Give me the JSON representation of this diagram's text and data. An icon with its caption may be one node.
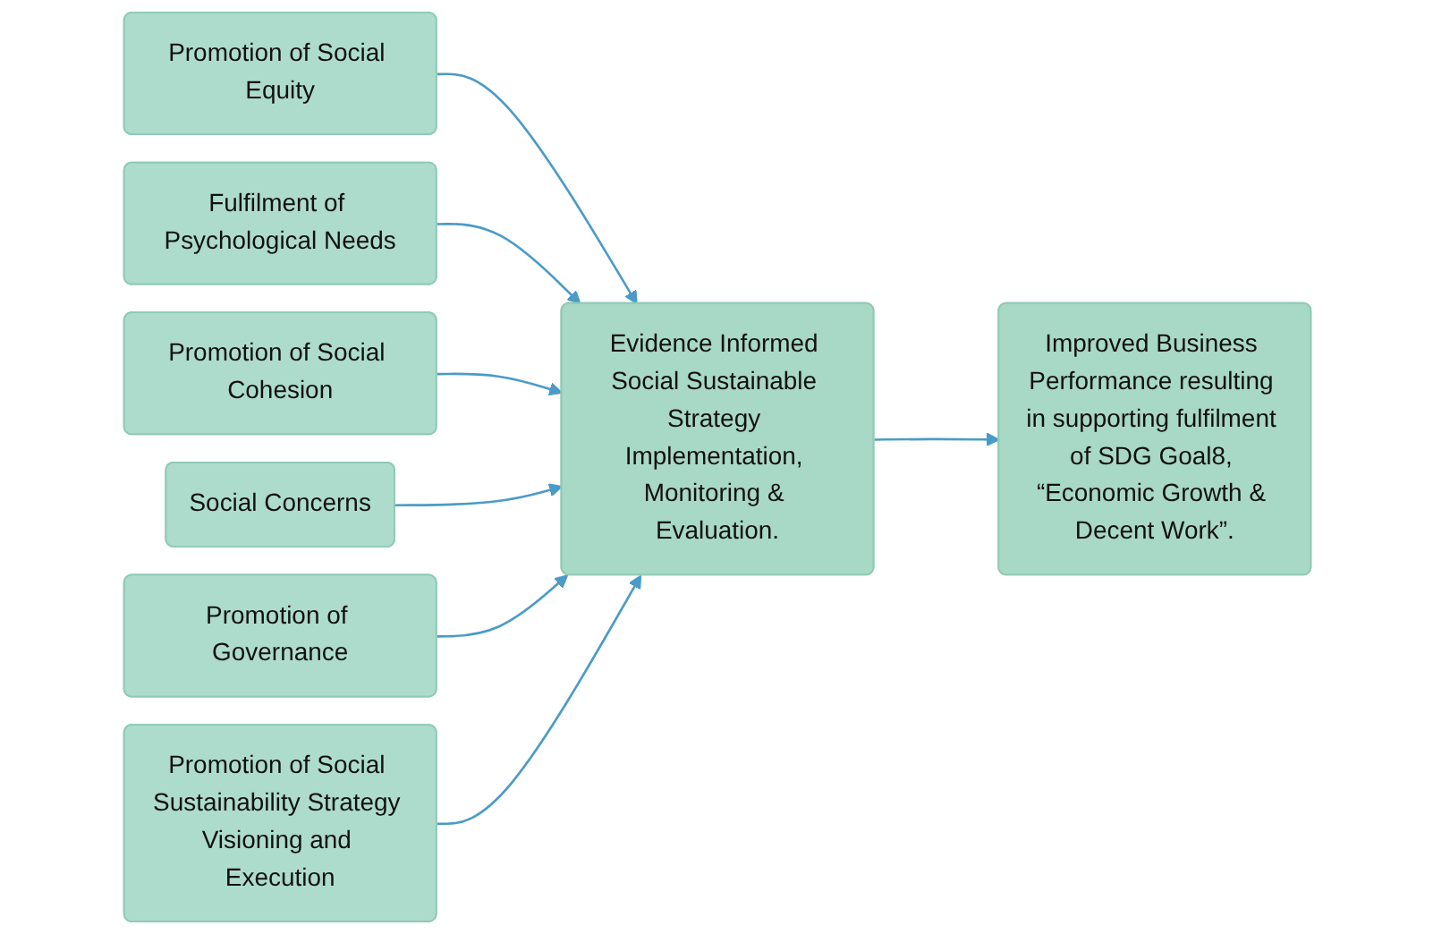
{
  "diagram": {
    "nodes": [
      {
        "text": [
          "Promotion of Social Equity"
        ]
      },
      {
        "text": [
          "Fulfilment of Psychological Needs"
        ]
      },
      {
        "text": [
          "Promotion of Social Cohesion"
        ]
      },
      {
        "text": [
          "Social Concerns"
        ]
      },
      {
        "text": [
          "Promotion of Governance"
        ]
      },
      {
        "text": [
          "Promotion of Social Sustainability Strategy Visioning and Execution"
        ]
      },
      {
        "text": [
          "Evidence Informed Social Sustainable Strategy Implementation, Monitoring & Evaluation."
        ]
      },
      {
        "text": [
          "Improved Business Performance resulting in supporting fulfilment of SDG Goal8, “Economic Growth & Decent Work”."
        ]
      }
    ],
    "edges": [
      {
        "from": 0,
        "to": 6,
        "arrow": "to"
      },
      {
        "from": 1,
        "to": 6,
        "arrow": "to"
      },
      {
        "from": 2,
        "to": 6,
        "arrow": "to"
      },
      {
        "from": 3,
        "to": 6,
        "arrow": "to"
      },
      {
        "from": 4,
        "to": 6,
        "arrow": "to"
      },
      {
        "from": 5,
        "to": 6,
        "arrow": "to"
      },
      {
        "from": 6,
        "to": 7,
        "arrow": "to"
      }
    ]
  }
}
